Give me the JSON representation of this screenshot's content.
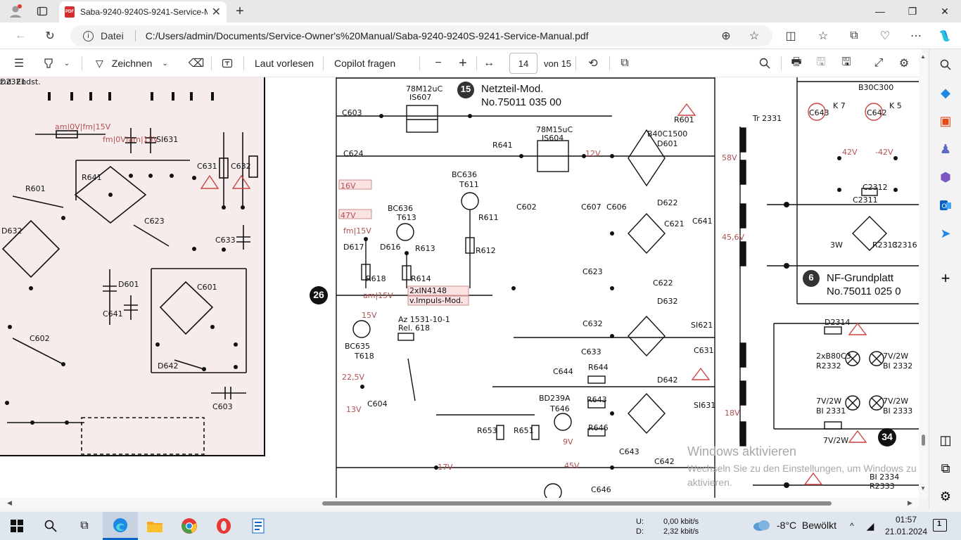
{
  "browser": {
    "tab_title": "Saba-9240-9240S-9241-Service-M",
    "address_label": "Datei",
    "url": "C:/Users/admin/Documents/Service-Owner's%20Manual/Saba-9240-9240S-9241-Service-Manual.pdf",
    "pdf_badge": "PDF"
  },
  "pdf_toolbar": {
    "draw_label": "Zeichnen",
    "read_aloud_label": "Laut vorlesen",
    "copilot_label": "Copilot fragen",
    "zoom_out": "−",
    "zoom_in": "+",
    "page_current": "14",
    "page_total": "von 15"
  },
  "schematic": {
    "module_num": "15",
    "module_title": "Netzteil-Mod.",
    "module_part": "No.75011 035 00",
    "nf_num": "6",
    "nf_title": "NF-Grundplatt",
    "nf_part": "No.75011 025 0",
    "marker_26": "26",
    "marker_34": "34",
    "labels": [
      "78M12uC",
      "IS607",
      "78M15uC",
      "IS604",
      "Tr 2331",
      "R601",
      "BC636",
      "T611",
      "BC636",
      "T613",
      "D617",
      "D616",
      "R613",
      "R611",
      "R612",
      "R618",
      "R614",
      "BC635",
      "T618",
      "Az 1531-10-1",
      "Rel. 618",
      "BD239A",
      "T646",
      "C644",
      "R644",
      "R643",
      "R646",
      "R653",
      "R651",
      "C643",
      "C642",
      "C646",
      "B40C1500",
      "D601",
      "D622",
      "D632",
      "D642",
      "C621",
      "C622",
      "C623",
      "C632",
      "C633",
      "C631",
      "C641",
      "SI621",
      "SI631",
      "R641",
      "C602",
      "C607",
      "C606",
      "C604",
      "C603",
      "C624",
      "12V",
      "15V",
      "22,5V",
      "13V",
      "17V",
      "9V",
      "45V",
      "58V",
      "45,6V",
      "18V",
      "16V",
      "47V",
      "fm|15V",
      "am|15V",
      "2xIN4148",
      "v.Impuls-Mod.",
      "am|0V|fm|15V",
      "fm|0V|am|15V",
      "SI631",
      "C631",
      "C632",
      "R601",
      "R641",
      "C623",
      "D632",
      "C633",
      "D601",
      "C641",
      "C601",
      "C602",
      "D642",
      "C603",
      "C643",
      "C642",
      "K 7",
      "K 5",
      "42V",
      "-42V",
      "C2312",
      "C2311",
      "3W",
      "R2313",
      "C2316",
      "D2314",
      "2xB80C3",
      "R2332",
      "7V/2W",
      "BI 2332",
      "7V/2W",
      "BI 2331",
      "7V/2W",
      "BI 2333",
      "7V/2W",
      "BI 2334",
      "R2333",
      "B30C300",
      "D2321",
      "z.d. Endst."
    ]
  },
  "watermark": {
    "title": "Windows aktivieren",
    "subtitle": "Wechseln Sie zu den Einstellungen, um Windows zu aktivieren."
  },
  "taskbar": {
    "net_up_label": "U:",
    "net_down_label": "D:",
    "net_up": "0,00 kbit/s",
    "net_down": "2,32 kbit/s",
    "weather": "-8°C  Bewölkt",
    "time": "01:57",
    "date": "21.01.2024",
    "notifications": "1"
  },
  "colors": {
    "accent": "#0a64c8",
    "pink_trace": "#c88c8c",
    "taskbar_bg": "#dfe6ee"
  }
}
